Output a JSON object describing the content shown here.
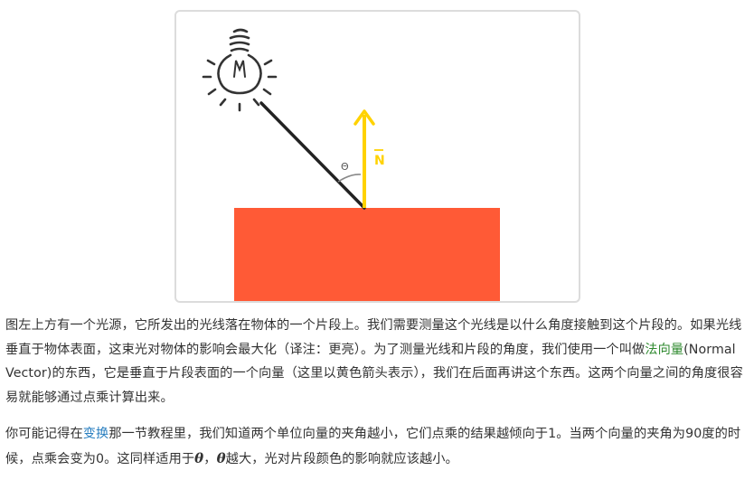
{
  "figure": {
    "normal_label": "N",
    "angle_label": "Θ",
    "colors": {
      "surface": "#ff5a36",
      "normal_arrow": "#ffd200",
      "light_ray": "#222222",
      "bulb": "#333333",
      "angle_arc": "#888888",
      "frame_border": "#dcdcdc"
    }
  },
  "paragraph1": {
    "part1": "图左上方有一个光源，它所发出的光线落在物体的一个片段上。我们需要测量这个光线是以什么角度接触到这个片段的。如果光线垂直于物体表面，这束光对物体的影响会最大化（译注：更亮）。为了测量光线和片段的角度，我们使用一个叫做",
    "link_normal": "法向量",
    "part2": "(Normal Vector)的东西，它是垂直于片段表面的一个向量（这里以黄色箭头表示），我们在后面再讲这个东西。这两个向量之间的角度很容易就能够通过点乘计算出来。"
  },
  "paragraph2": {
    "part1": "你可能记得在",
    "link_transform": "变换",
    "part2": "那一节教程里，我们知道两个单位向量的夹角越小，它们点乘的结果越倾向于1。当两个向量的夹角为90度的时候，点乘会变为0。这同样适用于",
    "theta1": "θ",
    "sep": "，",
    "theta2": "θ",
    "part3": "越大，光对片段颜色的影响就应该越小。"
  }
}
